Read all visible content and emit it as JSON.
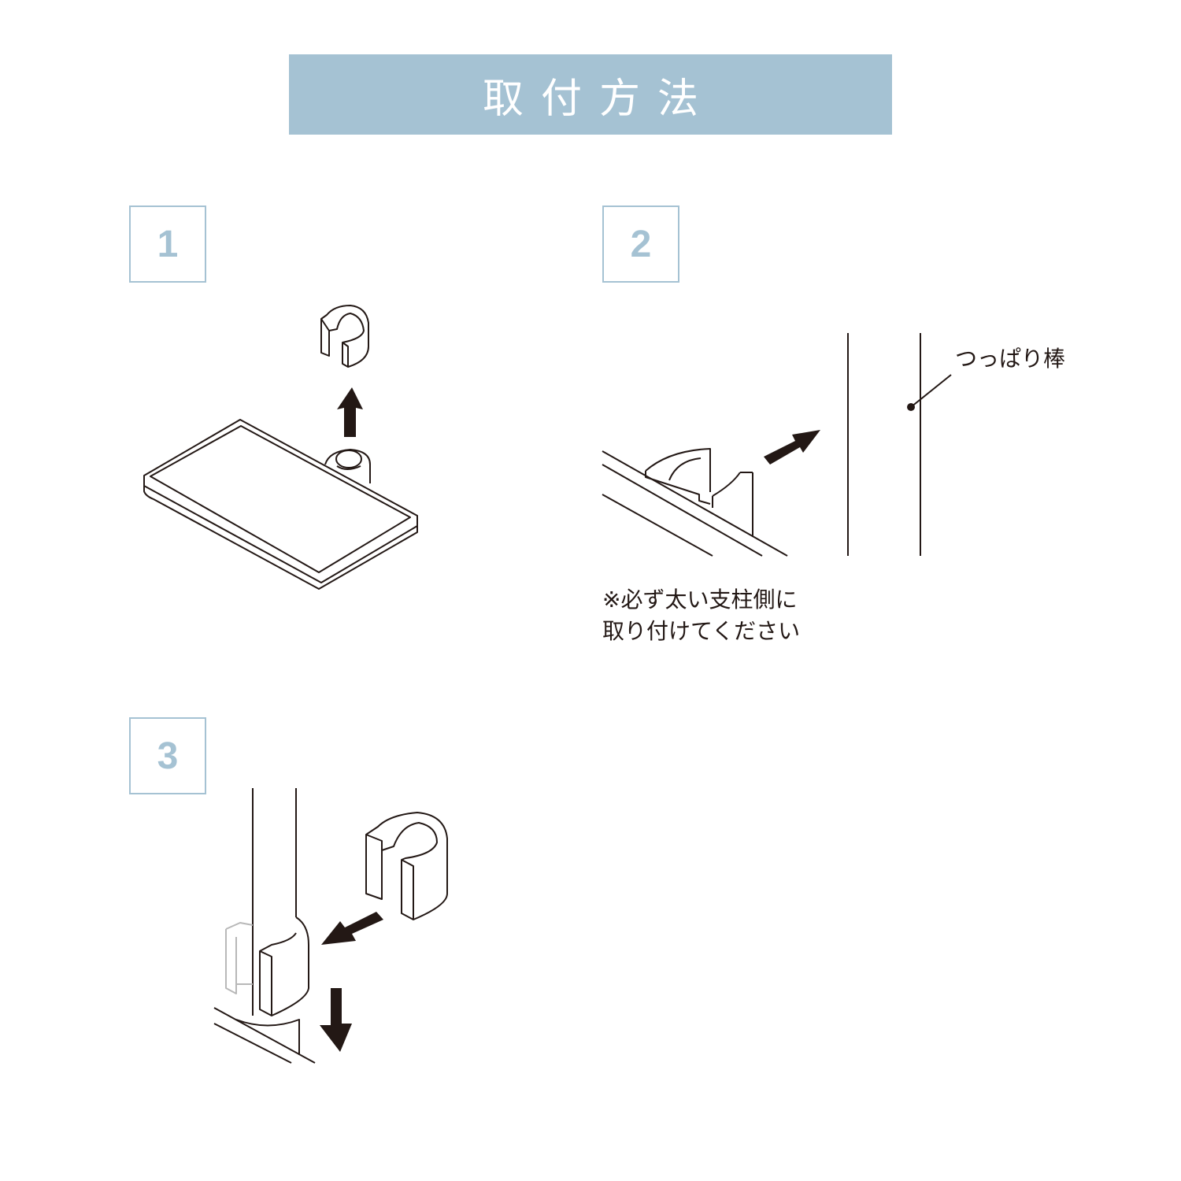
{
  "title": "取付方法",
  "accent_color": "#a5c2d3",
  "steps": [
    {
      "number": "1"
    },
    {
      "number": "2",
      "callout": "つっぱり棒",
      "note_lines": [
        "※必ず太い支柱側に",
        "取り付けてください"
      ]
    },
    {
      "number": "3"
    }
  ]
}
